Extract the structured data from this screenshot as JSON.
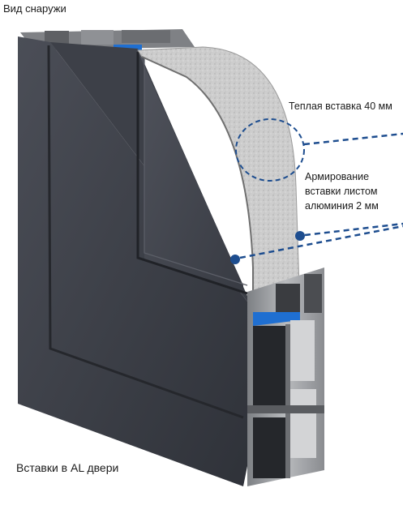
{
  "labels": {
    "view_outside": "Вид снаружи",
    "warm_insert": "Теплая вставка 40 мм",
    "reinforcement_line1": "Армирование",
    "reinforcement_line2": "вставки листом",
    "reinforcement_line3": "алюминия 2 мм",
    "caption": "Вставки в AL двери"
  },
  "colors": {
    "panel_dark": "#3a3d45",
    "panel_mid": "#4a4d55",
    "profile_grey": "#9a9c9f",
    "insulation": "#cfcfcf",
    "thermal_break_blue": "#1f6fd1",
    "callout_blue": "#1d4d8f"
  },
  "icons": {
    "callout_dot": "filled-circle",
    "callout_zone": "dashed-circle"
  }
}
